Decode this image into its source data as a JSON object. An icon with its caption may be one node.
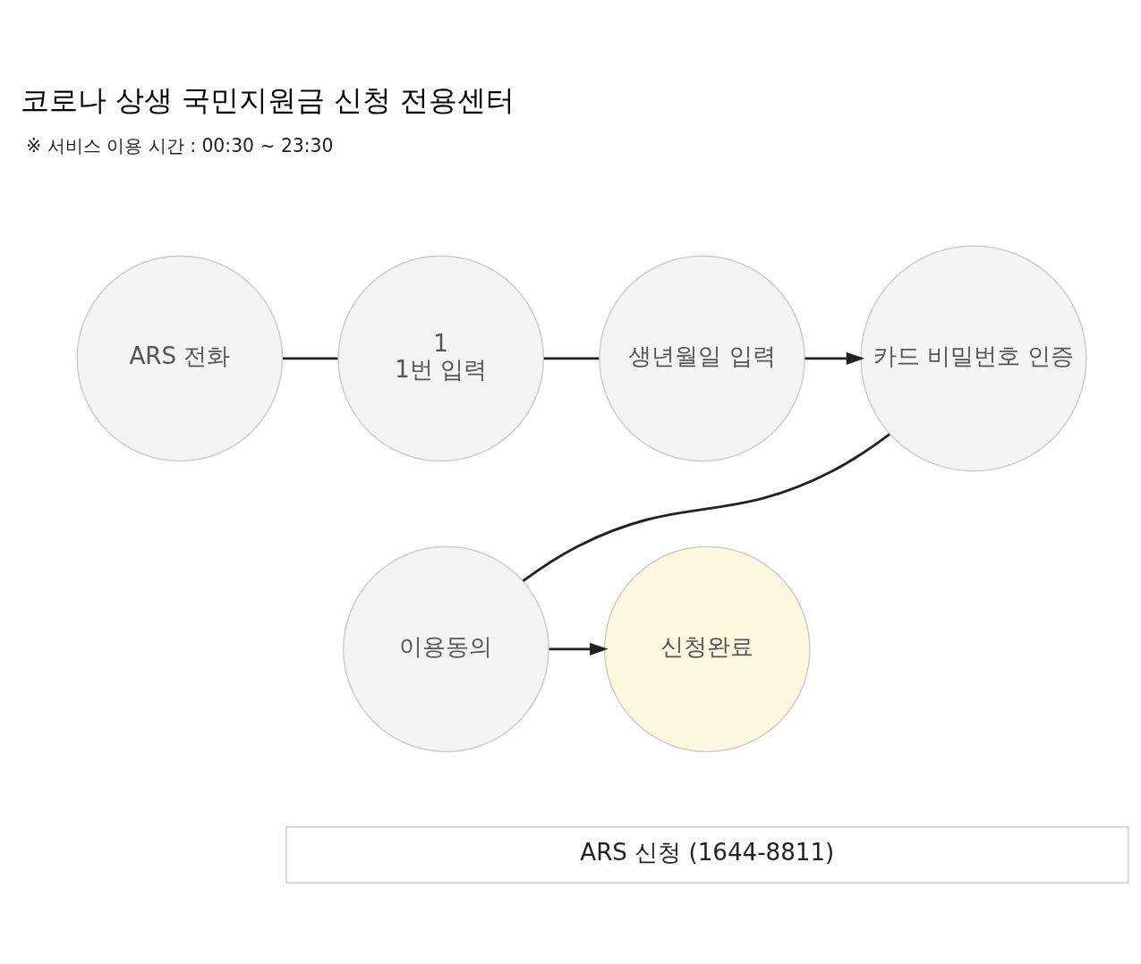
{
  "diagram": {
    "title": "코로나 상생 국민지원금 신청 전용센터",
    "nodes": [
      {
        "text": [
          "ARS 전화"
        ]
      },
      {
        "text": [
          "1",
          "1번 입력"
        ]
      },
      {
        "text": [
          "생년월일 입력"
        ]
      },
      {
        "text": [
          "카드 비밀번호 인증"
        ]
      },
      {
        "text": [
          "신청완료"
        ]
      },
      {
        "text": [
          "이용동의"
        ]
      },
      {
        "text": [
          "ARS 신청 (1644-8811)"
        ]
      }
    ],
    "edges": [
      {
        "from": 0,
        "to": 1,
        "arrow": "none"
      },
      {
        "from": 1,
        "to": 2,
        "arrow": "none"
      },
      {
        "from": 2,
        "to": 3,
        "arrow": "to"
      },
      {
        "from": 3,
        "to": 5,
        "arrow": "none"
      },
      {
        "from": 5,
        "to": 4,
        "arrow": "to"
      }
    ],
    "labels": [
      "※ 서비스 이용 시간 : 00:30 ~ 23:30"
    ]
  }
}
